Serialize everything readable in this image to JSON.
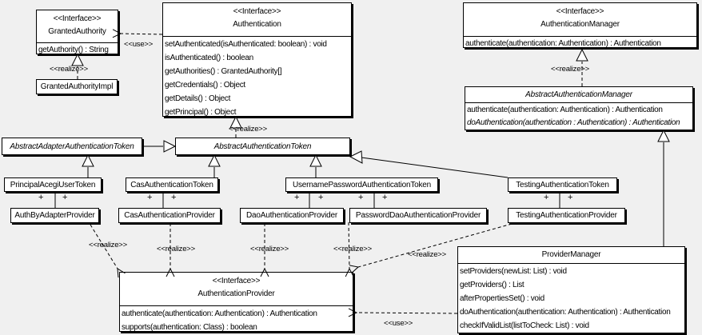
{
  "diagram": {
    "labels": {
      "realize": "<<realize>>",
      "use": "<<use>>",
      "plus": "+"
    },
    "colors": {
      "background": "#f0f0f0",
      "box_fill": "#ffffff",
      "line": "#000000"
    },
    "classes": {
      "granted_authority": {
        "stereotype": "<<Interface>>",
        "name": "GrantedAuthority",
        "methods": [
          {
            "text": "getAuthority() : String"
          }
        ]
      },
      "granted_authority_impl": {
        "name": "GrantedAuthorityImpl"
      },
      "authentication": {
        "stereotype": "<<Interface>>",
        "name": "Authentication",
        "methods": [
          {
            "text": "setAuthenticated(isAuthenticated: boolean) : void"
          },
          {
            "text": "isAuthenticated() : boolean"
          },
          {
            "text": "getAuthorities() : GrantedAuthority[]"
          },
          {
            "text": "getCredentials() : Object"
          },
          {
            "text": "getDetails() : Object"
          },
          {
            "text": "getPrincipal() : Object"
          }
        ]
      },
      "authentication_manager": {
        "stereotype": "<<Interface>>",
        "name": "AuthenticationManager",
        "methods": [
          {
            "text": "authenticate(authentication: Authentication) : Authentication"
          }
        ]
      },
      "abstract_authentication_manager": {
        "name": "AbstractAuthenticationManager",
        "abstract": true,
        "methods": [
          {
            "text": "authenticate(authentication: Authentication) : Authentication"
          },
          {
            "text": "doAuthentication(authentication : Authentication) : Authentication",
            "abstract": true
          }
        ]
      },
      "abstract_adapter_authentication_token": {
        "name": "AbstractAdapterAuthenticationToken",
        "abstract": true
      },
      "abstract_authentication_token": {
        "name": "AbstractAuthenticationToken",
        "abstract": true
      },
      "principal_acegi_user_token": {
        "name": "PrincipalAcegiUserToken"
      },
      "cas_authentication_token": {
        "name": "CasAuthenticationToken"
      },
      "username_password_authentication_token": {
        "name": "UsernamePasswordAuthenticationToken"
      },
      "testing_authentication_token": {
        "name": "TestingAuthenticationToken"
      },
      "auth_by_adapter_provider": {
        "name": "AuthByAdapterProvider"
      },
      "cas_authentication_provider": {
        "name": "CasAuthenticationProvider"
      },
      "dao_authentication_provider": {
        "name": "DaoAuthenticationProvider"
      },
      "password_dao_authentication_provider": {
        "name": "PasswordDaoAuthenticationProvider"
      },
      "testing_authentication_provider": {
        "name": "TestingAuthenticationProvider"
      },
      "authentication_provider": {
        "stereotype": "<<Interface>>",
        "name": "AuthenticationProvider",
        "methods": [
          {
            "text": "authenticate(authentication: Authentication) : Authentication"
          },
          {
            "text": "supports(authentication: Class) : boolean"
          }
        ]
      },
      "provider_manager": {
        "name": "ProviderManager",
        "methods": [
          {
            "text": "setProviders(newList: List) : void"
          },
          {
            "text": "getProviders() : List"
          },
          {
            "text": "afterPropertiesSet() : void"
          },
          {
            "text": "doAuthentication(authentication: Authentication) : Authentication"
          },
          {
            "text": "checkIfValidList(listToCheck: List) : void"
          }
        ]
      }
    }
  }
}
